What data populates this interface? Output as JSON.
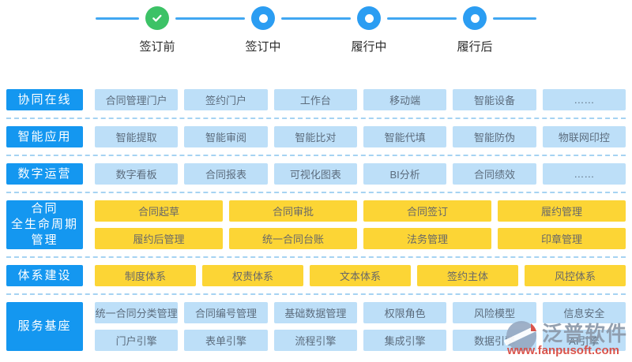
{
  "stepper": {
    "steps": [
      {
        "label": "签订前",
        "state": "done"
      },
      {
        "label": "签订中",
        "state": "active"
      },
      {
        "label": "履行中",
        "state": "active"
      },
      {
        "label": "履行后",
        "state": "active"
      }
    ]
  },
  "rows": [
    {
      "label": "协同在线",
      "type": "blue",
      "lines": [
        [
          "合同管理门户",
          "签约门户",
          "工作台",
          "移动端",
          "智能设备",
          "……"
        ]
      ]
    },
    {
      "label": "智能应用",
      "type": "blue",
      "lines": [
        [
          "智能提取",
          "智能审阅",
          "智能比对",
          "智能代填",
          "智能防伪",
          "物联网印控"
        ]
      ]
    },
    {
      "label": "数字运营",
      "type": "blue",
      "lines": [
        [
          "数字看板",
          "合同报表",
          "可视化图表",
          "BI分析",
          "合同绩效",
          "……"
        ]
      ]
    },
    {
      "label": "合同\n全生命周期\n管理",
      "type": "yellow",
      "lines": [
        [
          "合同起草",
          "合同审批",
          "合同签订",
          "履约管理"
        ],
        [
          "履约后管理",
          "统一合同台账",
          "法务管理",
          "印章管理"
        ]
      ]
    },
    {
      "label": "体系建设",
      "type": "yellow",
      "lines": [
        [
          "制度体系",
          "权责体系",
          "文本体系",
          "签约主体",
          "风控体系"
        ]
      ]
    },
    {
      "label": "服务基座",
      "type": "blue",
      "lines": [
        [
          "统一合同分类管理",
          "合同编号管理",
          "基础数据管理",
          "权限角色",
          "风险模型",
          "信息安全"
        ],
        [
          "门户引擎",
          "表单引擎",
          "流程引擎",
          "集成引擎",
          "数据引擎",
          "AI引擎"
        ]
      ]
    }
  ],
  "watermark": {
    "brand": "泛普软件",
    "url": "www.fanpusoft.com"
  },
  "colors": {
    "blue": "#1497F0",
    "lightblue": "#BDDFF8",
    "yellow": "#FCD535",
    "green": "#3CC266",
    "dot": "#2B9DF2",
    "line": "#41A7F2",
    "dash": "#A6D3F2"
  }
}
